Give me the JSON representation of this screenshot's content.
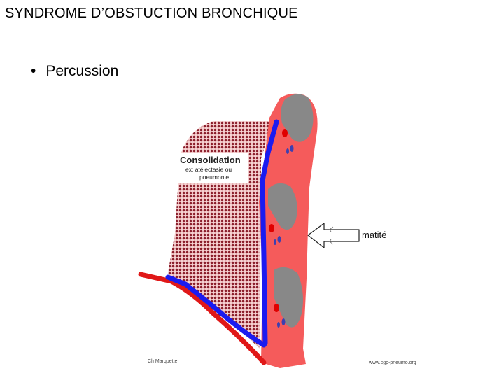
{
  "slide": {
    "title": "SYNDROME D’OBSTUCTION BRONCHIQUE",
    "bullet": "Percussion"
  },
  "diagram": {
    "label_main": "Consolidation",
    "label_sub_line1": "ex: atélectasie ou",
    "label_sub_line2": "pneumonie",
    "arrow_label": "matité",
    "credit_left": "Ch Marquette",
    "credit_right": "www.cgp-pneumo.org",
    "colors": {
      "lung": "#f55b5b",
      "consolidation_dot": "#8b1d2a",
      "organ": "#888888",
      "pleura_blue": "#1b1bf0",
      "pleura_red": "#e01818"
    }
  }
}
